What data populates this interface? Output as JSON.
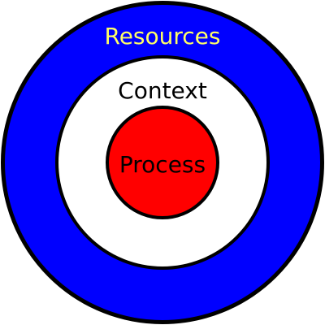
{
  "diagram": {
    "type": "concentric-circles",
    "rings": [
      {
        "id": "resources",
        "label": "Resources",
        "fill": "#0000ff",
        "text_color": "#ffff66"
      },
      {
        "id": "context",
        "label": "Context",
        "fill": "#ffffff",
        "text_color": "#000000"
      },
      {
        "id": "process",
        "label": "Process",
        "fill": "#ff0000",
        "text_color": "#000000"
      }
    ],
    "stroke_color": "#000000"
  }
}
